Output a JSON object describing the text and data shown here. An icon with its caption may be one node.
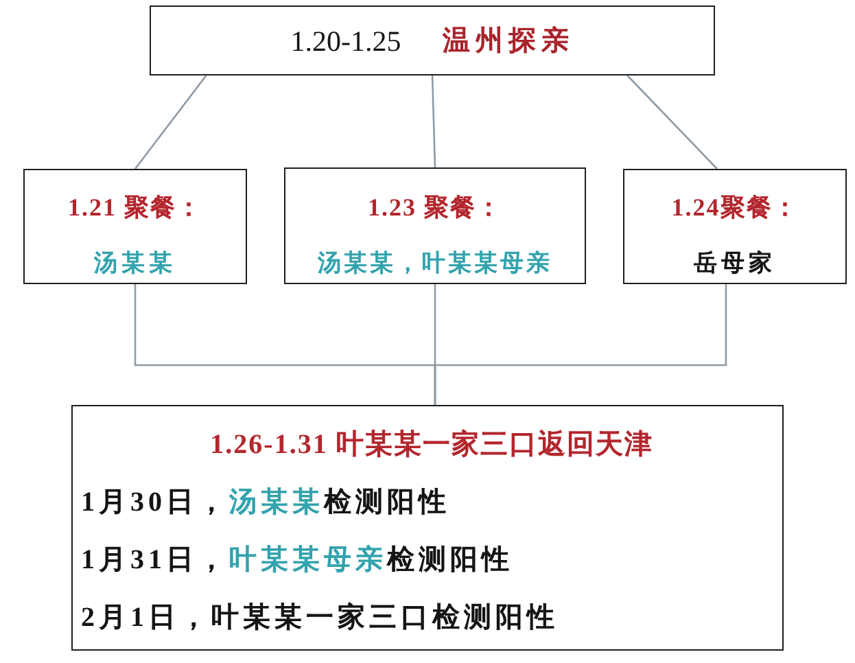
{
  "diagram": {
    "nodes": [
      {
        "text": [
          "1.20-1.25",
          "温州探亲"
        ]
      },
      {
        "text": [
          "1.21 聚餐：",
          "汤某某"
        ]
      },
      {
        "text": [
          "1.23 聚餐：",
          "汤某某，叶某某母亲"
        ]
      },
      {
        "text": [
          "1.24聚餐：",
          "岳母家"
        ]
      },
      {
        "text": [
          "1.26-1.31 叶某某一家三口返回天津",
          "1月30日，汤某某检测阳性",
          "1月31日，叶某某母亲检测阳性",
          "2月1日，叶某某一家三口检测阳性"
        ]
      }
    ],
    "edges": [
      {
        "from": 0,
        "to": 1,
        "arrow": "none"
      },
      {
        "from": 0,
        "to": 2,
        "arrow": "none"
      },
      {
        "from": 0,
        "to": 3,
        "arrow": "none"
      },
      {
        "from": 1,
        "to": 4,
        "arrow": "none"
      },
      {
        "from": 2,
        "to": 4,
        "arrow": "none"
      },
      {
        "from": 3,
        "to": 4,
        "arrow": "none"
      }
    ]
  }
}
